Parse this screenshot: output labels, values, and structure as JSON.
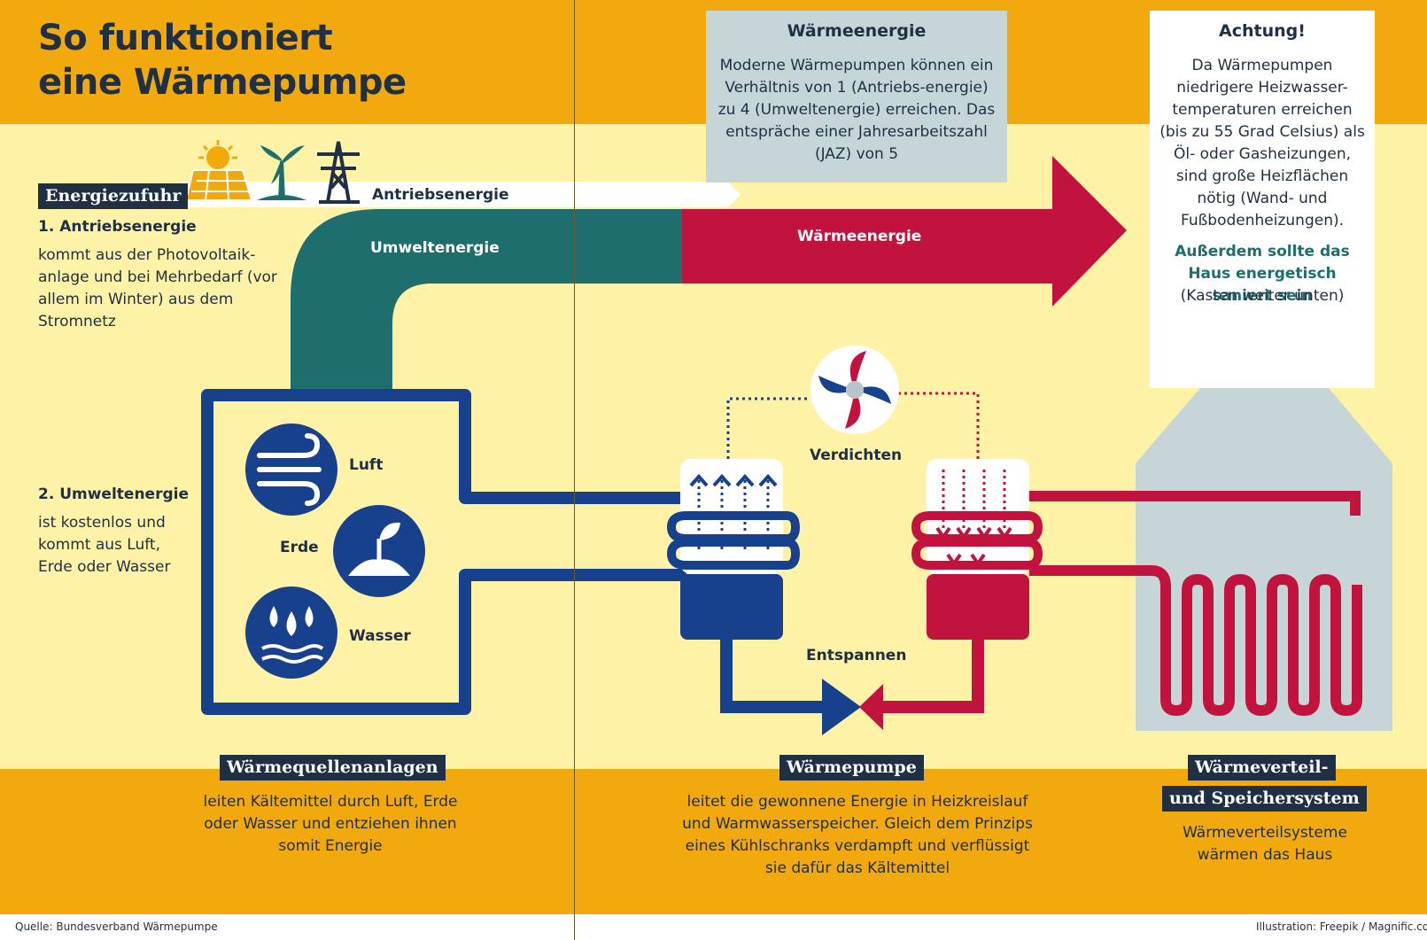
{
  "title_line1": "So funktioniert",
  "title_line2": "eine Wärmepumpe",
  "energy_supply": {
    "tag": "Energiezufuhr",
    "drive_label": "Antriebsenergie",
    "section1_heading": "1. Antriebsenergie",
    "section1_text": "kommt aus der Photovoltaik-anlage und bei Mehrbedarf (vor allem im Winter) aus dem Stromnetz",
    "section2_heading": "2. Umweltenergie",
    "section2_text": "ist kostenlos und kommt aus Luft, Erde oder Wasser"
  },
  "flows": {
    "environment": "Umweltenergie",
    "heat": "Wärmeenergie"
  },
  "heat_box": {
    "heading": "Wärmeenergie",
    "text": "Moderne Wärmepumpen können ein Verhältnis von 1 (Antriebs-energie) zu 4 (Umweltenergie) erreichen. Das entspräche einer Jahresarbeitszahl (JAZ) von 5"
  },
  "warning_box": {
    "heading": "Achtung!",
    "text": "Da Wärmepumpen niedrigere Heizwasser-temperaturen erreichen (bis zu 55 Grad Celsius) als Öl- oder Gasheizungen, sind große Heizflächen nötig (Wand- und Fußbodenheizungen).",
    "highlight": "Außerdem sollte das Haus energetisch saniert sein",
    "note": "(Kasten weiter unten)"
  },
  "sources": {
    "air": "Luft",
    "earth": "Erde",
    "water": "Wasser"
  },
  "process": {
    "compress": "Verdichten",
    "expand": "Entspannen"
  },
  "sections": {
    "source_tag": "Wärmequellenanlagen",
    "source_text": "leiten Kältemittel durch Luft, Erde oder Wasser und entziehen ihnen somit Energie",
    "pump_tag": "Wärmepumpe",
    "pump_text": "leitet die gewonnene Energie in Heizkreislauf und Warmwasserspeicher. Gleich dem Prinzips eines Kühlschranks verdampft und verflüssigt sie dafür das Kältemittel",
    "dist_tag_line1": "Wärmeverteil-",
    "dist_tag_line2": "und Speichersystem",
    "dist_text": "Wärmeverteilsysteme wärmen das Haus"
  },
  "footer": {
    "source": "Quelle: Bundesverband Wärmepumpe",
    "credit": "Illustration: Freepik / Magnific.com"
  },
  "colors": {
    "navy": "#1f2f44",
    "blue": "#17418c",
    "red": "#c2123e",
    "teal": "#1f6e6e",
    "orange": "#f2a90d",
    "yellow": "#fdf2a6",
    "grey_blue": "#c6d5d8"
  },
  "icons": [
    "solar-panel-icon",
    "wind-turbine-icon",
    "power-pylon-icon",
    "wind-icon",
    "plant-icon",
    "water-drops-icon",
    "compressor-fan-icon",
    "house-icon"
  ]
}
